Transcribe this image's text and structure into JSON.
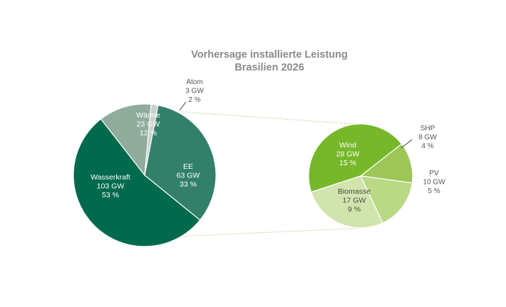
{
  "chart_data": [
    {
      "type": "pie",
      "title": "Vorhersage installierte Leistung",
      "subtitle": "Brasilien 2026",
      "unit": "GW",
      "slices": [
        {
          "name": "Wasserkraft",
          "value": 103,
          "value_label": "103 GW",
          "percent_label": "53 %",
          "color": "#006a4d"
        },
        {
          "name": "Wärme",
          "value": 23,
          "value_label": "23 GW",
          "percent_label": "12 %",
          "color": "#8fac9c"
        },
        {
          "name": "Atom",
          "value": 3,
          "value_label": "3 GW",
          "percent_label": "2 %",
          "color": "#c8d0cc"
        },
        {
          "name": "EE",
          "value": 63,
          "value_label": "63 GW",
          "percent_label": "33 %",
          "color": "#32806a"
        }
      ]
    },
    {
      "type": "pie",
      "title": "",
      "breakdown_of": "EE",
      "unit": "GW",
      "slices": [
        {
          "name": "Wind",
          "value": 28,
          "value_label": "28 GW",
          "percent_label": "15 %",
          "color": "#76b82a"
        },
        {
          "name": "SHP",
          "value": 8,
          "value_label": "8 GW",
          "percent_label": "4 %",
          "color": "#9cc656"
        },
        {
          "name": "PV",
          "value": 10,
          "value_label": "10 GW",
          "percent_label": "5 %",
          "color": "#b9d985"
        },
        {
          "name": "Biomasse",
          "value": 17,
          "value_label": "17 GW",
          "percent_label": "9 %",
          "color": "#d2e4ad"
        }
      ]
    }
  ]
}
